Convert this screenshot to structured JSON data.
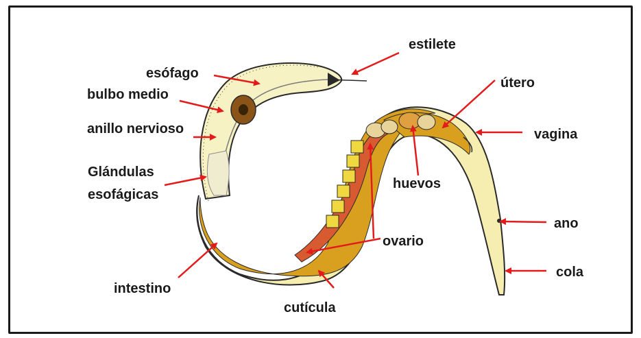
{
  "diagram": {
    "labels": {
      "estilete": "estilete",
      "esofago": "esófago",
      "bulbo_medio": "bulbo medio",
      "anillo_nervioso": "anillo nervioso",
      "glandulas_line1": "Glándulas",
      "glandulas_line2": "esofágicas",
      "intestino": "intestino",
      "cuticula": "cutícula",
      "ovario": "ovario",
      "huevos": "huevos",
      "utero": "útero",
      "vagina": "vagina",
      "ano": "ano",
      "cola": "cola"
    },
    "colors": {
      "arrow": "#e31b1b",
      "body_light": "#f5f0b8",
      "intestine": "#d9a020",
      "intestine_dark": "#c07818",
      "ovary": "#d85a30",
      "eggs": "#f0d840",
      "outline": "#2a2a2a"
    }
  }
}
